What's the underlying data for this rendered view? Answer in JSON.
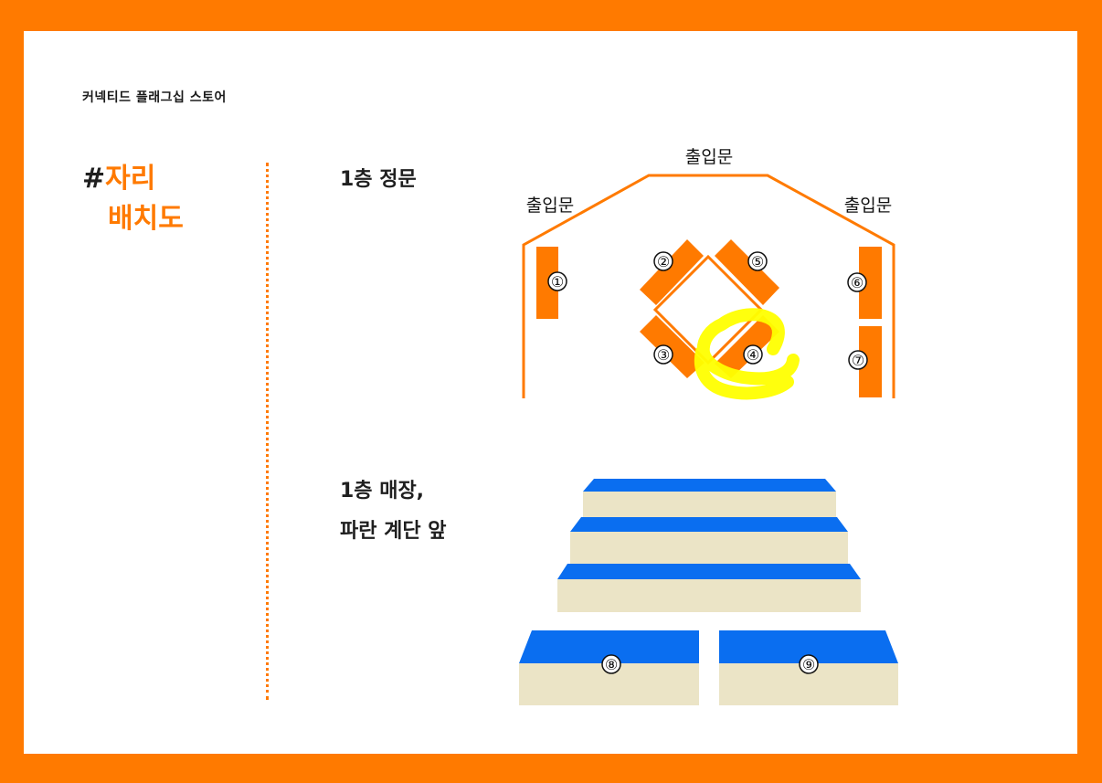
{
  "brand": "커넥티드 플래그십 스토어",
  "heading": {
    "hash": "#",
    "line1": "자리",
    "line2": "배치도"
  },
  "sections": {
    "front_gate": "1층 정문",
    "store_line1": "1층 매장,",
    "store_line2": "파란 계단 앞"
  },
  "entrances": {
    "top": "출입문",
    "left": "출입문",
    "right": "출입문"
  },
  "seats": [
    "①",
    "②",
    "③",
    "④",
    "⑤",
    "⑥",
    "⑦",
    "⑧",
    "⑨"
  ],
  "colors": {
    "border": "#ff7a00",
    "seat": "#ff7a00",
    "highlight": "#ffff00",
    "step_top": "#0a6ef0",
    "step_face": "#ebe4c6"
  }
}
